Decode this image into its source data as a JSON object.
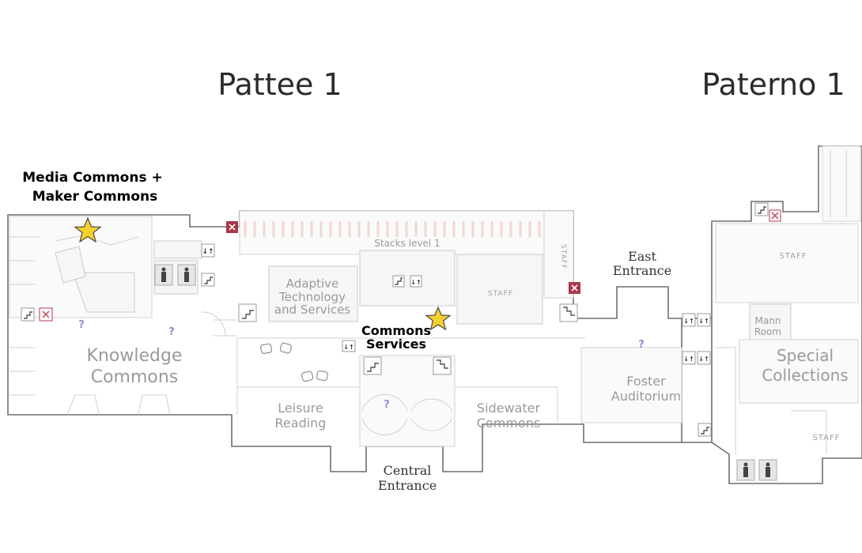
{
  "buildings": {
    "pattee": "Pattee 1",
    "paterno": "Paterno 1"
  },
  "callouts": {
    "media_line1": "Media Commons +",
    "media_line2": "Maker Commons",
    "services_line1": "Commons",
    "services_line2": "Services"
  },
  "rooms": {
    "stacks": "Stacks level 1",
    "adaptive_line1": "Adaptive",
    "adaptive_line2": "Technology",
    "adaptive_line3": "and Services",
    "knowledge_line1": "Knowledge",
    "knowledge_line2": "Commons",
    "leisure_line1": "Leisure",
    "leisure_line2": "Reading",
    "sidewater_line1": "Sidewater",
    "sidewater_line2": "Commons",
    "foster_line1": "Foster",
    "foster_line2": "Auditorium",
    "mann_line1": "Mann",
    "mann_line2": "Room",
    "special_line1": "Special",
    "special_line2": "Collections"
  },
  "staff_labels": {
    "stacks_side": "STAFF",
    "center": "STAFF",
    "paterno_top": "STAFF",
    "paterno_bottom": "STAFF"
  },
  "entrances": {
    "east_line1": "East",
    "east_line2": "Entrance",
    "central_line1": "Central",
    "central_line2": "Entrance"
  },
  "help_marker": "?",
  "icons": {
    "star": "star-icon",
    "stairs": "stairs-icon",
    "elevator": "elevator-icon",
    "exit": "emergency-exit-icon",
    "restroom": "restroom-icon"
  },
  "colors": {
    "star": "#f7d02c",
    "help": "#8c8fd0",
    "exit": "#c05a6a",
    "walls": "#6f6f6f"
  }
}
